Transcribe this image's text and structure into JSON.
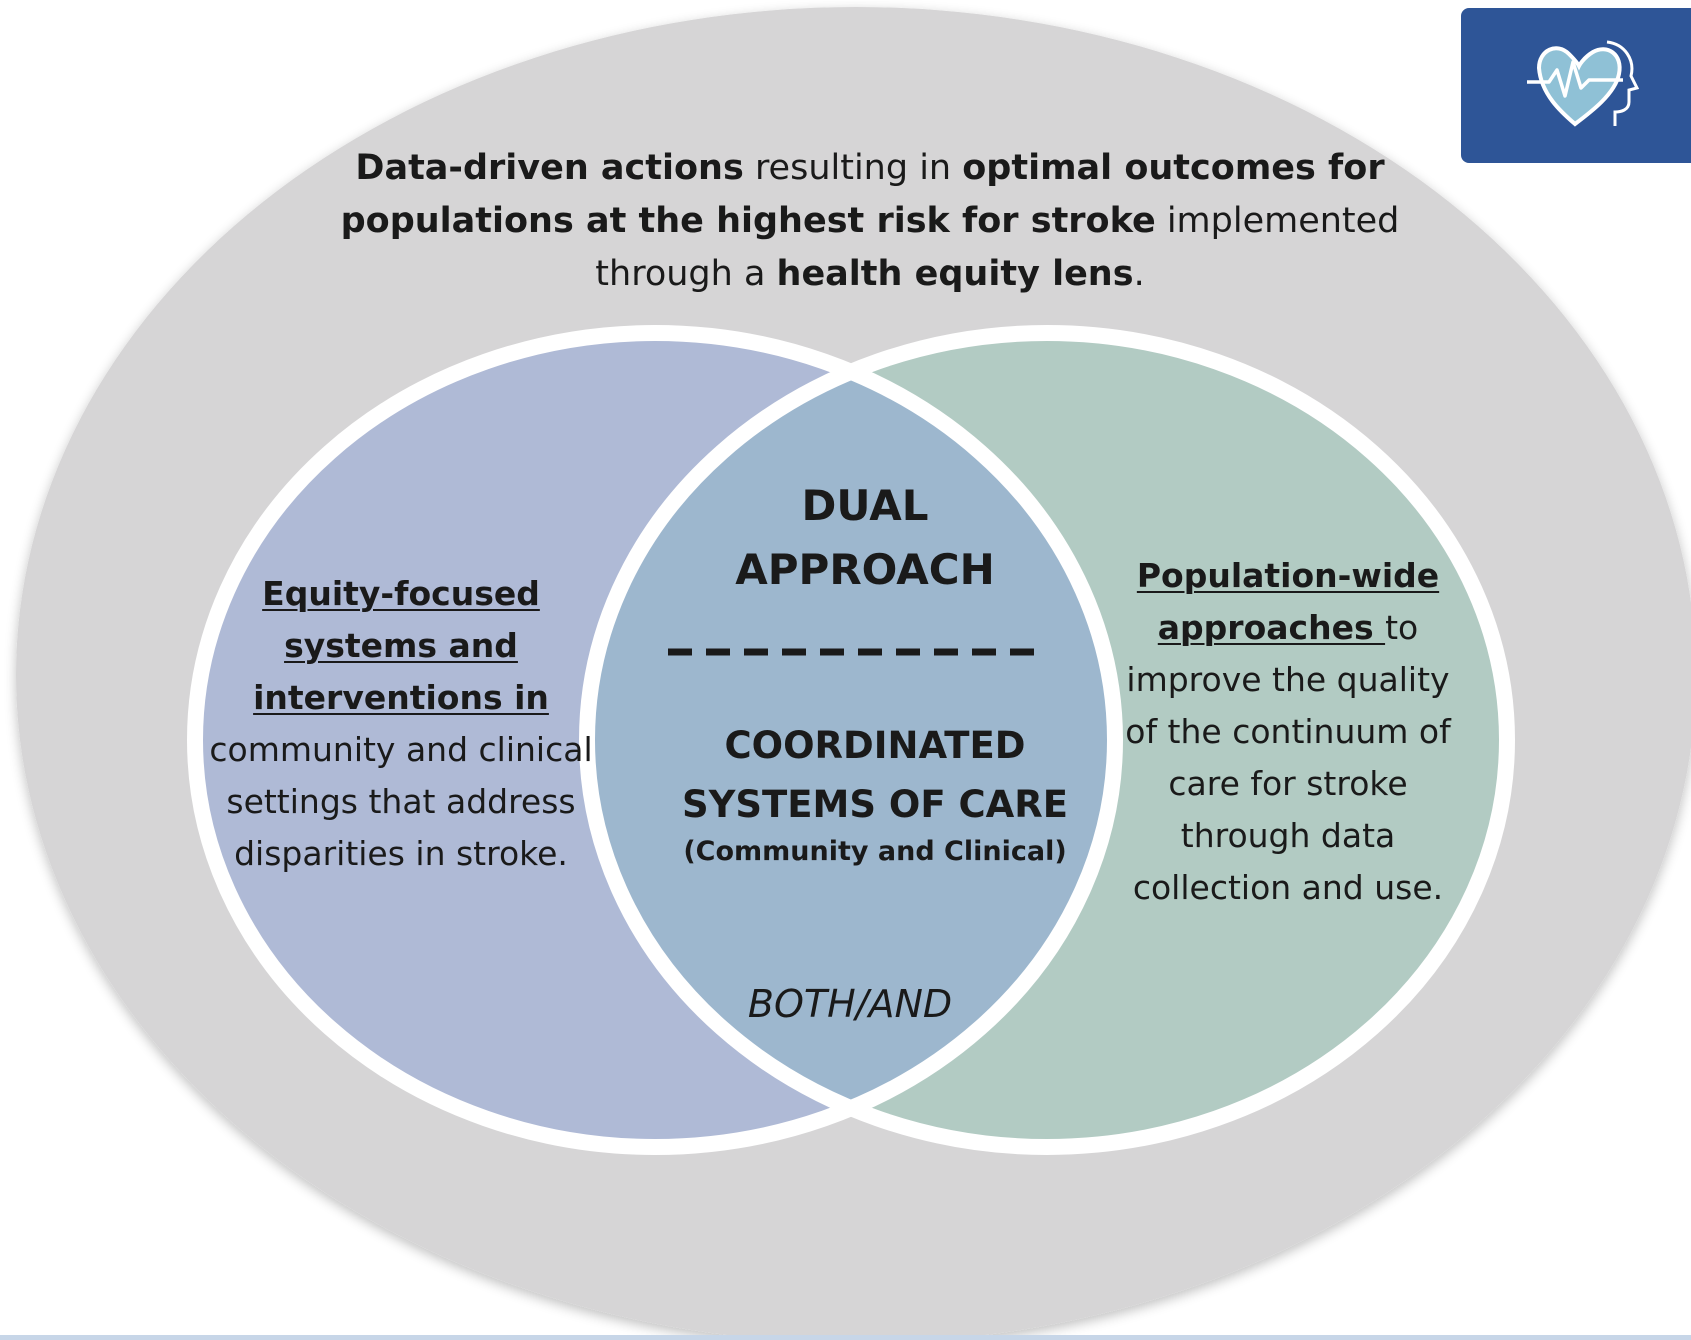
{
  "outer_caption": {
    "part1_bold": "Data-driven actions",
    "part2": " resulting in ",
    "part3_bold": "optimal outcomes for populations at the highest risk for stroke",
    "part4": " implemented through a ",
    "part5_bold": "health equity lens",
    "part6": "."
  },
  "left_circle": {
    "lead_bold_underlined": "Equity-focused systems and interventions  in",
    "body": " community and clinical settings that address disparities in stroke."
  },
  "right_circle": {
    "lead_bold_underlined": "Population-wide approaches ",
    "body": "to improve the quality of the continuum of care for stroke through data collection and use."
  },
  "center": {
    "dual_approach": "DUAL APPROACH",
    "coordinated": "COORDINATED SYSTEMS OF CARE",
    "coordinated_sub": "(Community and Clinical)",
    "both_and": "BOTH/AND"
  },
  "logo": {
    "icon": "heart-head-pulse-icon"
  },
  "colors": {
    "outer_ellipse": "#d6d5d6",
    "left_circle": "#afbad6",
    "right_circle": "#b2cbc3",
    "overlap": "#9db7ce",
    "circle_outline": "#ffffff",
    "logo_background": "#2e5597"
  }
}
